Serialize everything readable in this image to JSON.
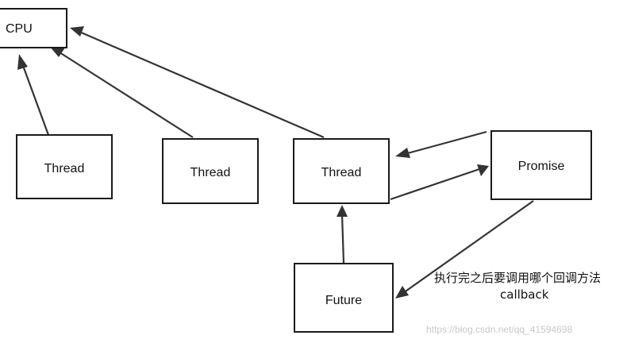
{
  "nodes": {
    "cpu": {
      "label": "CPU"
    },
    "thread_1": {
      "label": "Thread"
    },
    "thread_2": {
      "label": "Thread"
    },
    "thread_3": {
      "label": "Thread"
    },
    "promise": {
      "label": "Promise"
    },
    "future": {
      "label": "Future"
    }
  },
  "annotation": {
    "line_1": "执行完之后要调用哪个回调方法",
    "line_2": "callback"
  },
  "watermark": "https://blog.csdn.net/qq_41594698",
  "colors": {
    "stroke": "#1a1a1a",
    "arrow": "#333333",
    "watermark": "#c8c8c8"
  }
}
